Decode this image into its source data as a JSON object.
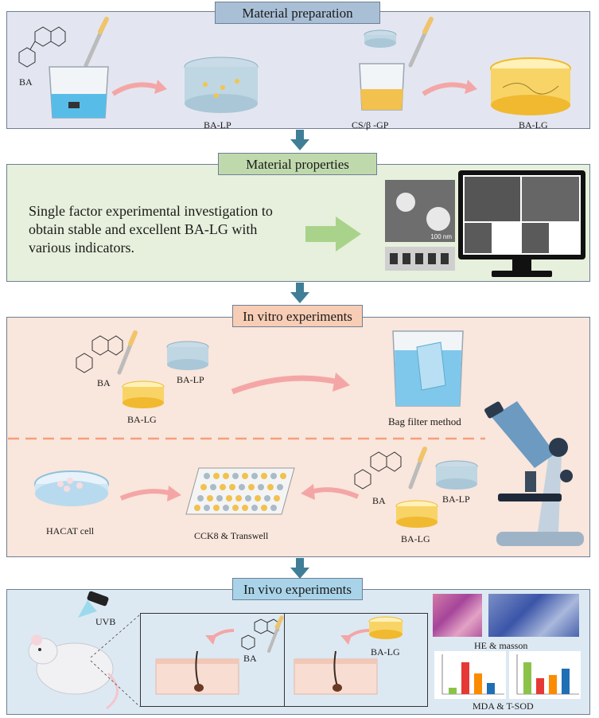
{
  "sections": {
    "prep": {
      "title": "Material preparation",
      "labels": {
        "ba": "BA",
        "ba_lp": "BA-LP",
        "cs_gp": "CS/β -GP",
        "ba_lg": "BA-LG"
      }
    },
    "props": {
      "title": "Material properties",
      "text": "Single factor experimental investigation to obtain stable and excellent BA-LG with various indicators.",
      "scale_bar": "100 nm"
    },
    "vitro": {
      "title": "In vitro experiments",
      "labels": {
        "ba": "BA",
        "ba_lp": "BA-LP",
        "ba_lg": "BA-LG",
        "bag_filter": "Bag filter method",
        "hacat": "HACAT cell",
        "cck8": "CCK8 & Transwell",
        "ba2": "BA",
        "ba_lp2": "BA-LP",
        "ba_lg2": "BA-LG"
      }
    },
    "vivo": {
      "title": "In vivo experiments",
      "labels": {
        "uvb": "UVB",
        "ba": "BA",
        "ba_lg": "BA-LG",
        "he": "HE & masson",
        "mda": "MDA & T-SOD"
      }
    }
  },
  "colors": {
    "prep_bg": "#e3e6f1",
    "props_bg": "#e6f0dc",
    "vitro_bg": "#f9e6dc",
    "vivo_bg": "#dde9f2",
    "prep_hdr": "#a9bfd6",
    "props_hdr": "#bfd9ad",
    "vitro_hdr": "#f7cdb5",
    "vivo_hdr": "#a9d3e8",
    "connector": "#3f7e96",
    "pink_arrow": "#f4a6a6",
    "green_arrow": "#a9d38a"
  }
}
